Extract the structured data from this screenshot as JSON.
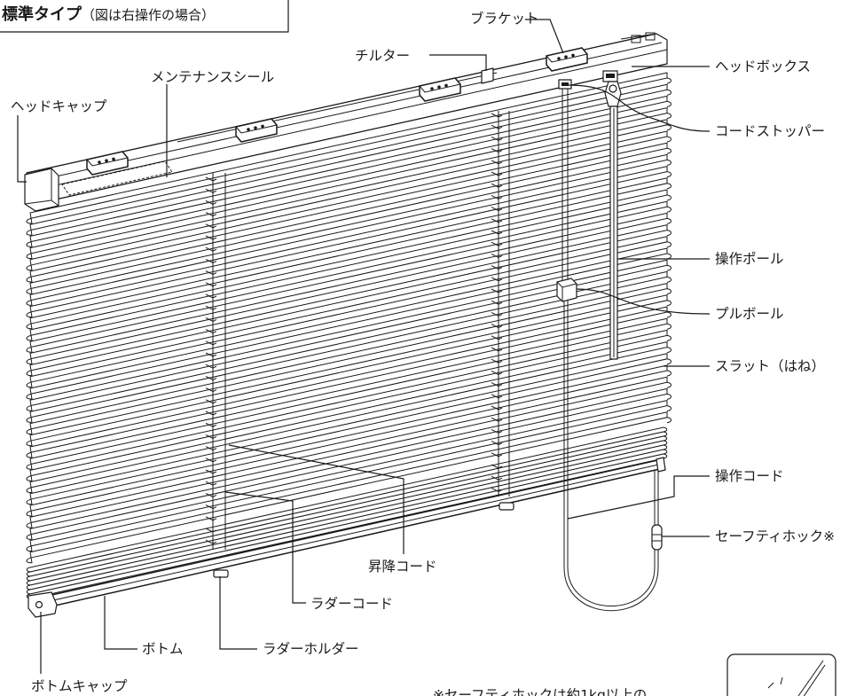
{
  "title": {
    "main": "標準タイプ",
    "sub": "（図は右操作の場合）"
  },
  "labels": {
    "bracket": "ブラケット",
    "tilter": "チルター",
    "maintenance_seal": "メンテナンスシール",
    "head_cap": "ヘッドキャップ",
    "head_box": "ヘッドボックス",
    "cord_stopper": "コードストッパー",
    "operation_pole": "操作ポール",
    "pull_ball": "プルボール",
    "slat": "スラット（はね）",
    "operation_cord": "操作コード",
    "safety_hook": "セーフティホック※",
    "lift_cord": "昇降コード",
    "ladder_cord": "ラダーコード",
    "ladder_holder": "ラダーホルダー",
    "bottom": "ボトム",
    "bottom_cap": "ボトムキャップ"
  },
  "note": "※セーフティホックは約1kg以上の"
}
